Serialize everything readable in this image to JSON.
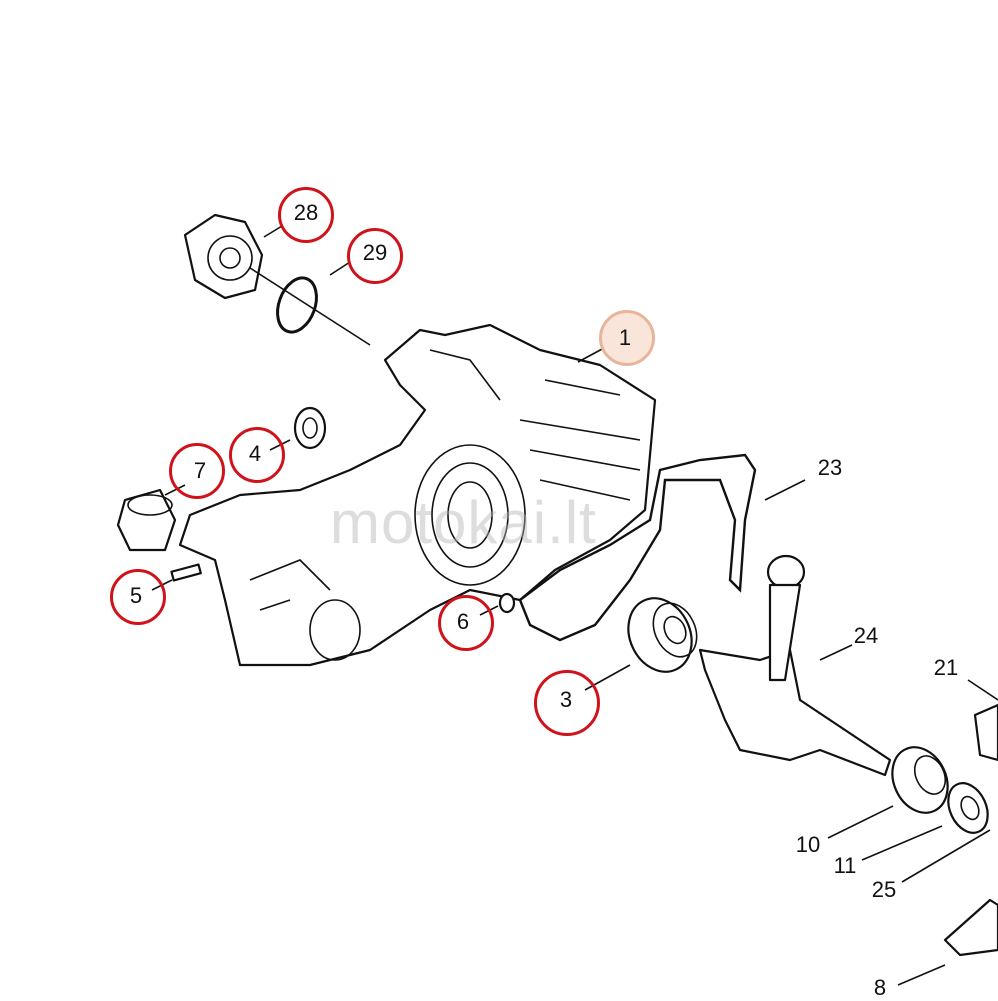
{
  "diagram": {
    "watermark": "motokai.lt",
    "highlight_color": "#d0121b",
    "callouts": [
      {
        "id": "28",
        "label": "28",
        "circled": true
      },
      {
        "id": "29",
        "label": "29",
        "circled": true
      },
      {
        "id": "1",
        "label": "1",
        "circled": true
      },
      {
        "id": "4",
        "label": "4",
        "circled": true
      },
      {
        "id": "7",
        "label": "7",
        "circled": true
      },
      {
        "id": "5",
        "label": "5",
        "circled": true
      },
      {
        "id": "6",
        "label": "6",
        "circled": true
      },
      {
        "id": "3",
        "label": "3",
        "circled": true
      },
      {
        "id": "23",
        "label": "23",
        "circled": false
      },
      {
        "id": "24",
        "label": "24",
        "circled": false
      },
      {
        "id": "21",
        "label": "21",
        "circled": false
      },
      {
        "id": "10",
        "label": "10",
        "circled": false
      },
      {
        "id": "11",
        "label": "11",
        "circled": false
      },
      {
        "id": "25",
        "label": "25",
        "circled": false
      },
      {
        "id": "8",
        "label": "8",
        "circled": false
      }
    ]
  }
}
